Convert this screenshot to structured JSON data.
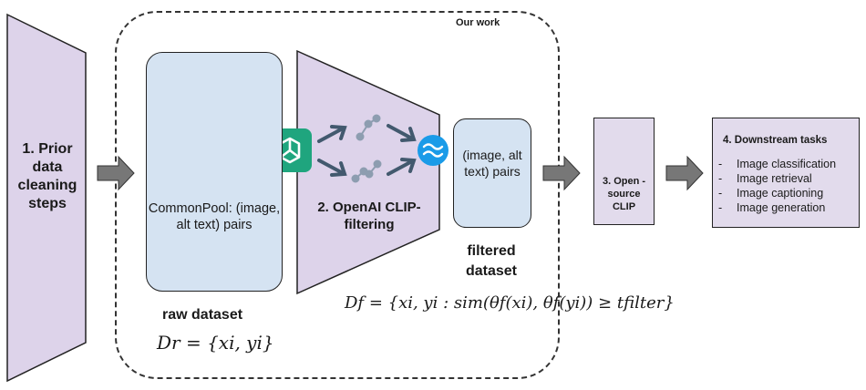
{
  "group": {
    "label": "Our work"
  },
  "prior": {
    "label": "1. Prior data cleaning steps"
  },
  "raw": {
    "text": "CommonPool: (image, alt text) pairs",
    "label": "raw dataset",
    "formula": "Dr = {xi, yi}"
  },
  "clip": {
    "label": "2. OpenAI CLIP-filtering"
  },
  "filtered": {
    "text": "(image, alt text) pairs",
    "label": "filtered dataset",
    "formula": "Df = {xi, yi : sim(θf(xi), θf(yi)) ≥ tfilter}"
  },
  "open_clip": {
    "label": "3. Open -source CLIP"
  },
  "downstream": {
    "title": "4. Downstream tasks",
    "items": [
      "Image classification",
      "Image retrieval",
      "Image captioning",
      "Image generation"
    ]
  },
  "icons": {
    "image": "image-frame-icon",
    "document": "document-pen-icon",
    "openai": "openai-logo-icon",
    "wave": "wave-circle-icon",
    "embedding": "embedding-nodes-icon",
    "gears": "gears-icon"
  },
  "colors": {
    "lavender": "#ddd3ea",
    "light_blue": "#d5e3f2",
    "openai_green": "#1fa57e",
    "wave_blue": "#1a9be8",
    "arrow_gray": "#777777",
    "icon_slate": "#42596e"
  }
}
